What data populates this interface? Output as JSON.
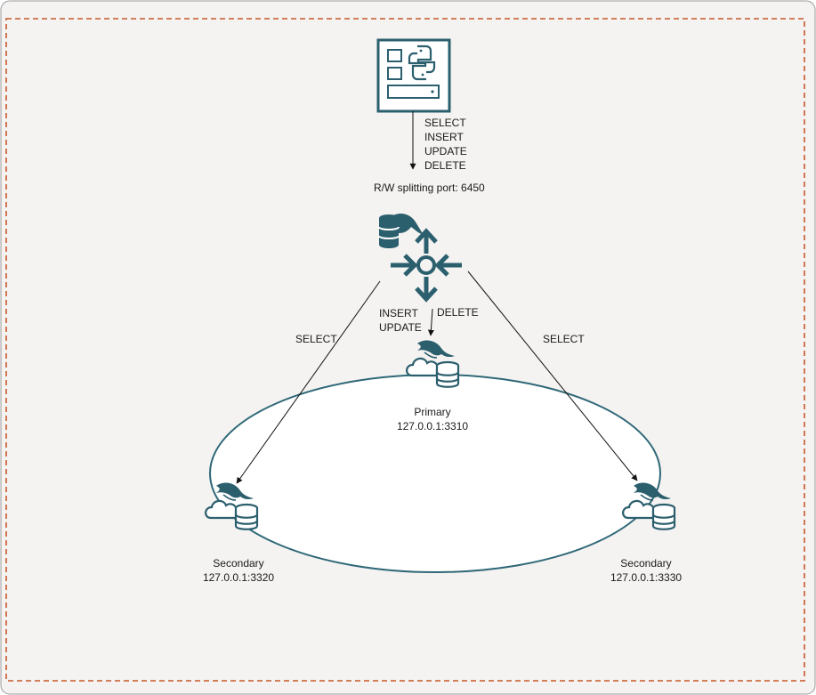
{
  "app": {
    "sql_commands": [
      "SELECT",
      "INSERT",
      "UPDATE",
      "DELETE"
    ],
    "icon": "python-application-icon"
  },
  "router": {
    "port_label": "R/W splitting port: 6450",
    "icons": [
      "mysql-database-icon",
      "router-arrows-icon"
    ]
  },
  "edges": {
    "write_left": [
      "INSERT",
      "UPDATE"
    ],
    "write_right": "DELETE",
    "select_left": "SELECT",
    "select_right": "SELECT"
  },
  "nodes": {
    "primary": {
      "role": "Primary",
      "address": "127.0.0.1:3310",
      "icon": "mysql-cloud-db-icon"
    },
    "secondary_1": {
      "role": "Secondary",
      "address": "127.0.0.1:3320",
      "icon": "mysql-cloud-db-icon"
    },
    "secondary_2": {
      "role": "Secondary",
      "address": "127.0.0.1:3330",
      "icon": "mysql-cloud-db-icon"
    }
  },
  "colors": {
    "frame_bg": "#f4f3f1",
    "frame_border": "#9a9a9a",
    "dashed_border": "#c8582a",
    "icon_teal": "#2c5f6e",
    "ring_stroke": "#2f6878"
  }
}
